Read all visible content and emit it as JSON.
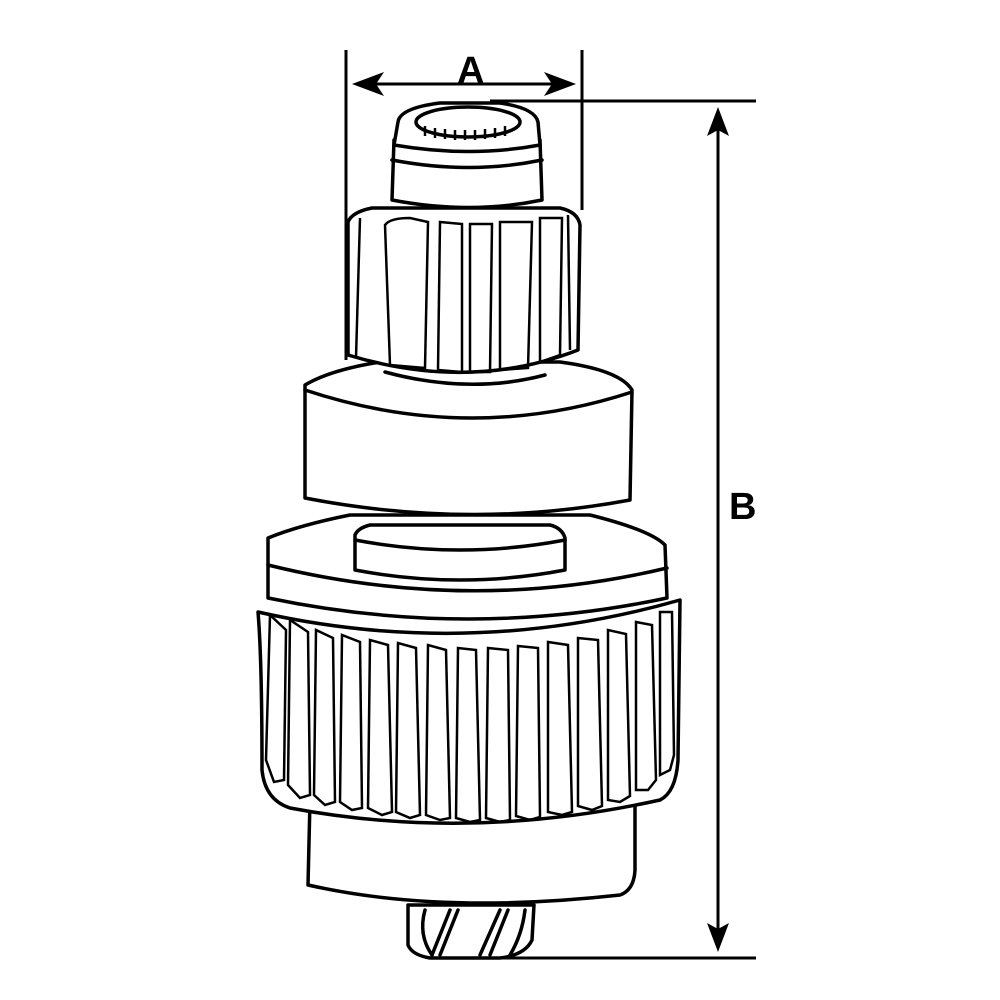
{
  "diagram": {
    "subject": "starter drive pinion gear",
    "line_color": "#000000",
    "background": "#ffffff"
  },
  "dimensions": {
    "a": {
      "label": "A",
      "meaning": "pinion outer diameter"
    },
    "b": {
      "label": "B",
      "meaning": "overall length"
    }
  }
}
